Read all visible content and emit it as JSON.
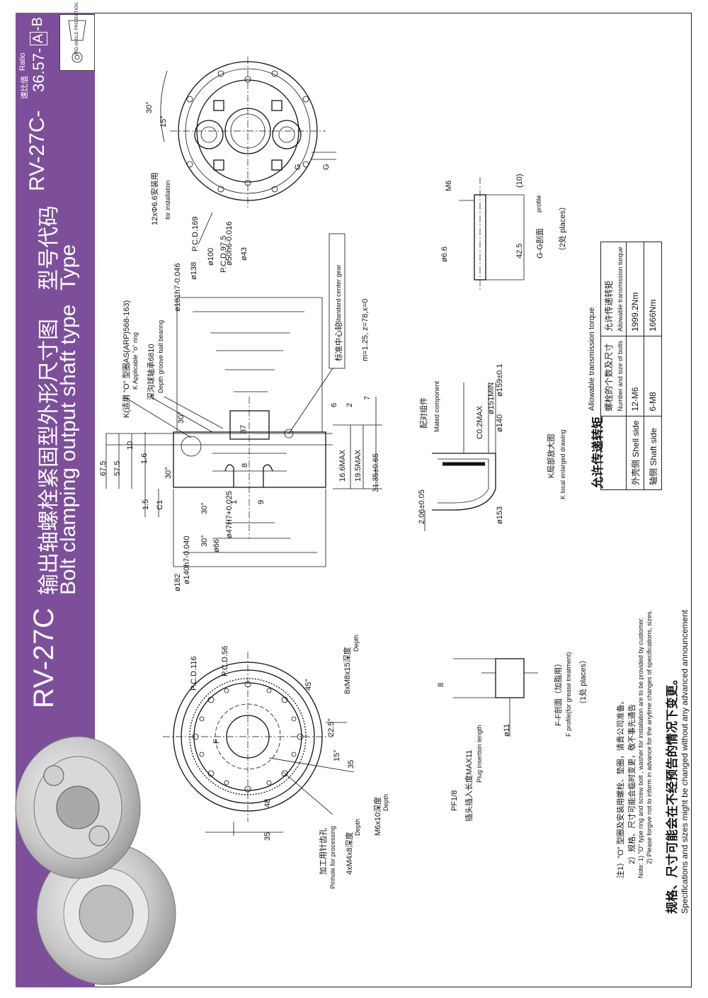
{
  "header": {
    "model_code": "RV-27C",
    "title_cn": "输出轴螺栓紧固型外形尺寸图",
    "title_en": "Bolt clamping output shaft type",
    "type_cn": "型号代码",
    "type_en": "Type",
    "type_value": "RV-27C-",
    "ratio_cn": "速比值",
    "ratio_en": "Ratio",
    "ratio_value": "36.57-",
    "ratio_suffix_a": "A",
    "ratio_suffix_b": "-B",
    "projection_label": "3RD ANGLE PROJECTION"
  },
  "front_view": {
    "pcd116": "P.C.D.116",
    "pcd56": "P.C.D.56",
    "angle45": "45°",
    "angle22_5": "22.5°",
    "angle15": "15°",
    "dim35": "35",
    "dim48": "48",
    "dim35b": "35",
    "label_8xm8": "8xM8x15深度",
    "label_8xm8_en": "Depth",
    "label_m6x10": "M6x10深度",
    "label_m6x10_en": "Depth",
    "label_4xm4": "4xM4x8深度",
    "label_4xm4_en": "Depth",
    "pinhole_cn": "加工用针齿孔",
    "pinhole_en": "Pinhole for processing",
    "f_mark": "F"
  },
  "section_view": {
    "d182h7": "ø181h7-0.046",
    "d138": "ø138",
    "d100": "ø100",
    "pcd97_5": "P.C.D.97.5",
    "d50h6": "ø50h6-0.016",
    "d43": "ø43",
    "d182": "ø182",
    "d140h7": "ø140h7-0.040",
    "d66": "ø66",
    "d47h7": "ø47H7+0.025",
    "dim67_5": "67.5",
    "dim57_5": "57.5",
    "dim10": "10",
    "dim1_6": "1.6",
    "dim1_5": "1.5",
    "c1": "C1",
    "dim37": "37",
    "dim8": "8",
    "dim1": "1",
    "dim9": "9",
    "dim6": "6",
    "dim2": "2",
    "dim7": "7",
    "dim16_6": "16.6MAX",
    "dim19_5": "19.5MAX",
    "dim31_35": "31.35±0.65",
    "angle30a": "30°",
    "angle30b": "30°",
    "angle30c": "30°",
    "angle30d": "30°",
    "k_oring_cn": "K(适用 \"O\" 型圈AS(ARP)568-163)",
    "k_oring_en": "K Applicable \"o\" ring",
    "bearing_cn": "深沟球轴承6810",
    "bearing_en": "Depth groove ball bearing",
    "center_gear_cn": "标准中心轮",
    "center_gear_en": "Standard center gear",
    "gear_params": "m=1.25, z=78,x=0"
  },
  "top_view": {
    "angle30": "30°",
    "angle15": "15°",
    "pcd169": "P.C.D.169",
    "holes_cn": "12xΦ6.6安装用",
    "holes_en": "for installation",
    "g_mark": "G"
  },
  "g_section": {
    "m6": "M6",
    "dim10": "(10)",
    "dim42_5": "42.5",
    "d6_6": "ø6.6",
    "title_cn": "G-G剖面",
    "title_en": "profile",
    "places": "（2处 places）"
  },
  "k_detail": {
    "d159": "ø159±0.1",
    "d151": "ø151MIN",
    "d140": "ø140",
    "c0_2": "C0.2MAX",
    "d153": "ø153",
    "dim2_06": "2.06±0.05",
    "mated_cn": "配对组件",
    "mated_en": "Mated component",
    "title_cn": "K局部放大图",
    "title_en": "K local enlarged drawing"
  },
  "f_section": {
    "dim8": "8",
    "d11": "ø11",
    "pf": "PF1/8",
    "plug_cn": "插头插入长度MAX11",
    "plug_en": "Plug insertion length",
    "title_cn": "F-F剖面（加脂用）",
    "title_en": "F profile(for grease treatment)",
    "places": "（1处 places）"
  },
  "torque": {
    "title_cn": "允许传递转矩",
    "title_en": "Allowable transmission torque",
    "col_bolts_cn": "螺栓的个数及尺寸",
    "col_bolts_en": "Number and size of bolts",
    "col_torque_cn": "允许传递转矩",
    "col_torque_en": "Allowable transmission torque",
    "rows": [
      {
        "side_cn": "外壳侧",
        "side_en": "Shell side",
        "bolts": "12-M6",
        "torque": "1999.2Nm"
      },
      {
        "side_cn": "轴侧",
        "side_en": "Shaft side",
        "bolts": "6-M8",
        "torque": "1666Nm"
      }
    ]
  },
  "notes": {
    "n1_cn": "注1）\"O\" 型圈及安装用螺栓、垫圈，请貴公司准备。",
    "n2_cn": "2）规格、尺寸可能会临时变更，敬不事先通告",
    "n1_en": "Note: 1) \"O\" type ring and screw bolt , washer for installation are to be provided by customer.",
    "n2_en": "2) Please forgive not to inform in advance for the anytime changes of specifications, sizes.",
    "footer_cn": "规格、尺寸可能会在不经预告的情况下变更。",
    "footer_en": "Specifications and sizes might be changed without any advanced announcement"
  }
}
